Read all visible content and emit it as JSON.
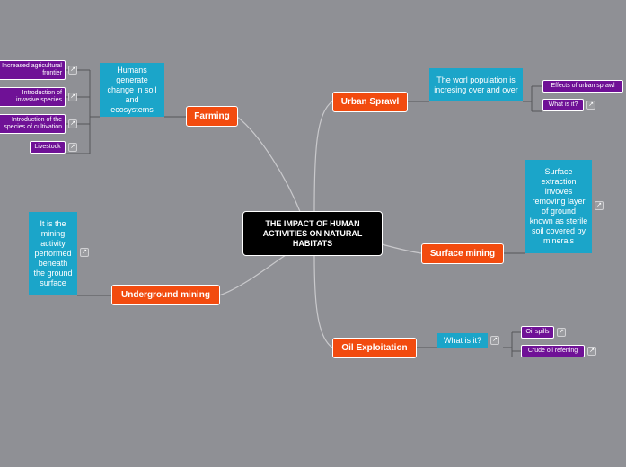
{
  "root": {
    "title": "THE IMPACT OF HUMAN ACTIVITIES ON NATURAL HABITATS"
  },
  "branches": {
    "farming": {
      "label": "Farming",
      "sub": "Humans generate change in soil and ecosystems",
      "leaves": [
        "Increased agricultural frontier",
        "Introduction of invasive species",
        "Introduction of the species of cultivation",
        "Livestock"
      ]
    },
    "urban_sprawl": {
      "label": "Urban Sprawl",
      "sub": "The worl population is incresing over and over",
      "leaves": [
        "Effects of urban sprawl",
        "What is it?"
      ]
    },
    "surface_mining": {
      "label": "Surface mining",
      "sub": "Surface extraction invoves removing layer of ground known as sterile soil covered by minerals"
    },
    "underground_mining": {
      "label": "Underground mining",
      "sub": "It is the mining activity performed beneath the ground surface"
    },
    "oil_exploitation": {
      "label": "Oil Exploitation",
      "sub": "What is it?",
      "leaves": [
        "Oil spills",
        "Crude oil refening"
      ]
    }
  },
  "icons": {
    "link": "external-link-icon"
  },
  "colors": {
    "background": "#8f9095",
    "root": "#000000",
    "main_topic": "#f24b0f",
    "subtopic": "#1ba5c9",
    "leaf": "#6f1196"
  }
}
